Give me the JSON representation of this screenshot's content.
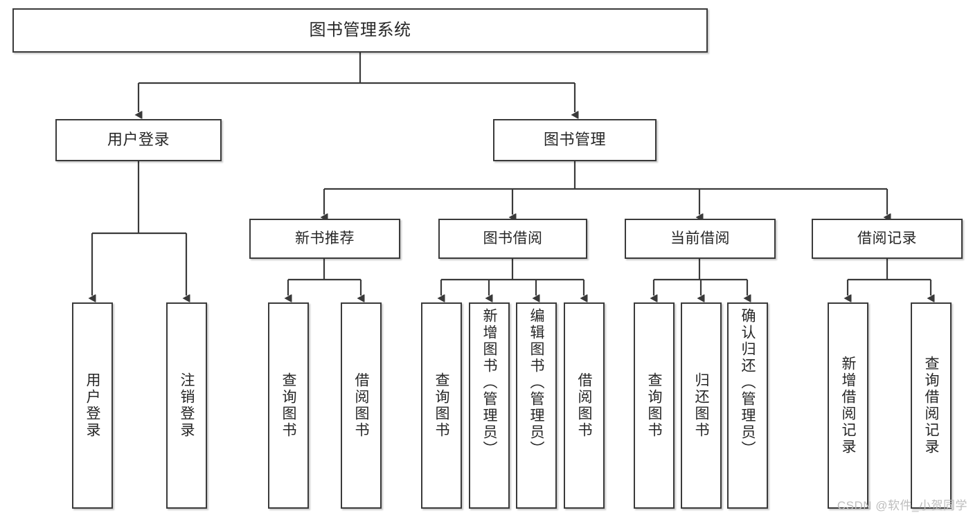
{
  "diagram": {
    "type": "hierarchy-tree",
    "title": "图书管理系统",
    "root": {
      "id": "root",
      "label": "图书管理系统",
      "orientation": "horizontal"
    },
    "tier2": [
      {
        "id": "user-login",
        "label": "用户登录",
        "orientation": "horizontal"
      },
      {
        "id": "book-management",
        "label": "图书管理",
        "orientation": "horizontal"
      }
    ],
    "tier3": [
      {
        "id": "new-book-recommend",
        "label": "新书推荐",
        "orientation": "horizontal"
      },
      {
        "id": "book-borrow",
        "label": "图书借阅",
        "orientation": "horizontal"
      },
      {
        "id": "current-borrow",
        "label": "当前借阅",
        "orientation": "horizontal"
      },
      {
        "id": "borrow-record",
        "label": "借阅记录",
        "orientation": "horizontal"
      }
    ],
    "leaves": [
      {
        "id": "leaf-user-login",
        "label": "用户登录",
        "parent": "user-login",
        "orientation": "vertical"
      },
      {
        "id": "leaf-user-logout",
        "label": "注销登录",
        "parent": "user-login",
        "orientation": "vertical"
      },
      {
        "id": "leaf-query-book-1",
        "label": "查询图书",
        "parent": "new-book-recommend",
        "orientation": "vertical"
      },
      {
        "id": "leaf-borrow-book-1",
        "label": "借阅图书",
        "parent": "new-book-recommend",
        "orientation": "vertical"
      },
      {
        "id": "leaf-query-book-2",
        "label": "查询图书",
        "parent": "book-borrow",
        "orientation": "vertical"
      },
      {
        "id": "leaf-add-book",
        "label": "新增图书（管理员）",
        "parent": "book-borrow",
        "orientation": "vertical"
      },
      {
        "id": "leaf-edit-book",
        "label": "编辑图书（管理员）",
        "parent": "book-borrow",
        "orientation": "vertical"
      },
      {
        "id": "leaf-borrow-book-2",
        "label": "借阅图书",
        "parent": "book-borrow",
        "orientation": "vertical"
      },
      {
        "id": "leaf-query-book-3",
        "label": "查询图书",
        "parent": "current-borrow",
        "orientation": "vertical"
      },
      {
        "id": "leaf-return-book",
        "label": "归还图书",
        "parent": "current-borrow",
        "orientation": "vertical"
      },
      {
        "id": "leaf-confirm-return",
        "label": "确认归还（管理员）",
        "parent": "current-borrow",
        "orientation": "vertical"
      },
      {
        "id": "leaf-add-record",
        "label": "新增借阅记录",
        "parent": "borrow-record",
        "orientation": "vertical"
      },
      {
        "id": "leaf-query-record",
        "label": "查询借阅记录",
        "parent": "borrow-record",
        "orientation": "vertical"
      }
    ],
    "colors": {
      "box_border": "#3a3a3a",
      "box_fill": "#ffffff",
      "text": "#262626",
      "connector": "#3a3a3a",
      "watermark": "#bdbdbd",
      "background": "#ffffff"
    }
  },
  "watermark": {
    "text": "CSDN @软件_小贺同学"
  }
}
